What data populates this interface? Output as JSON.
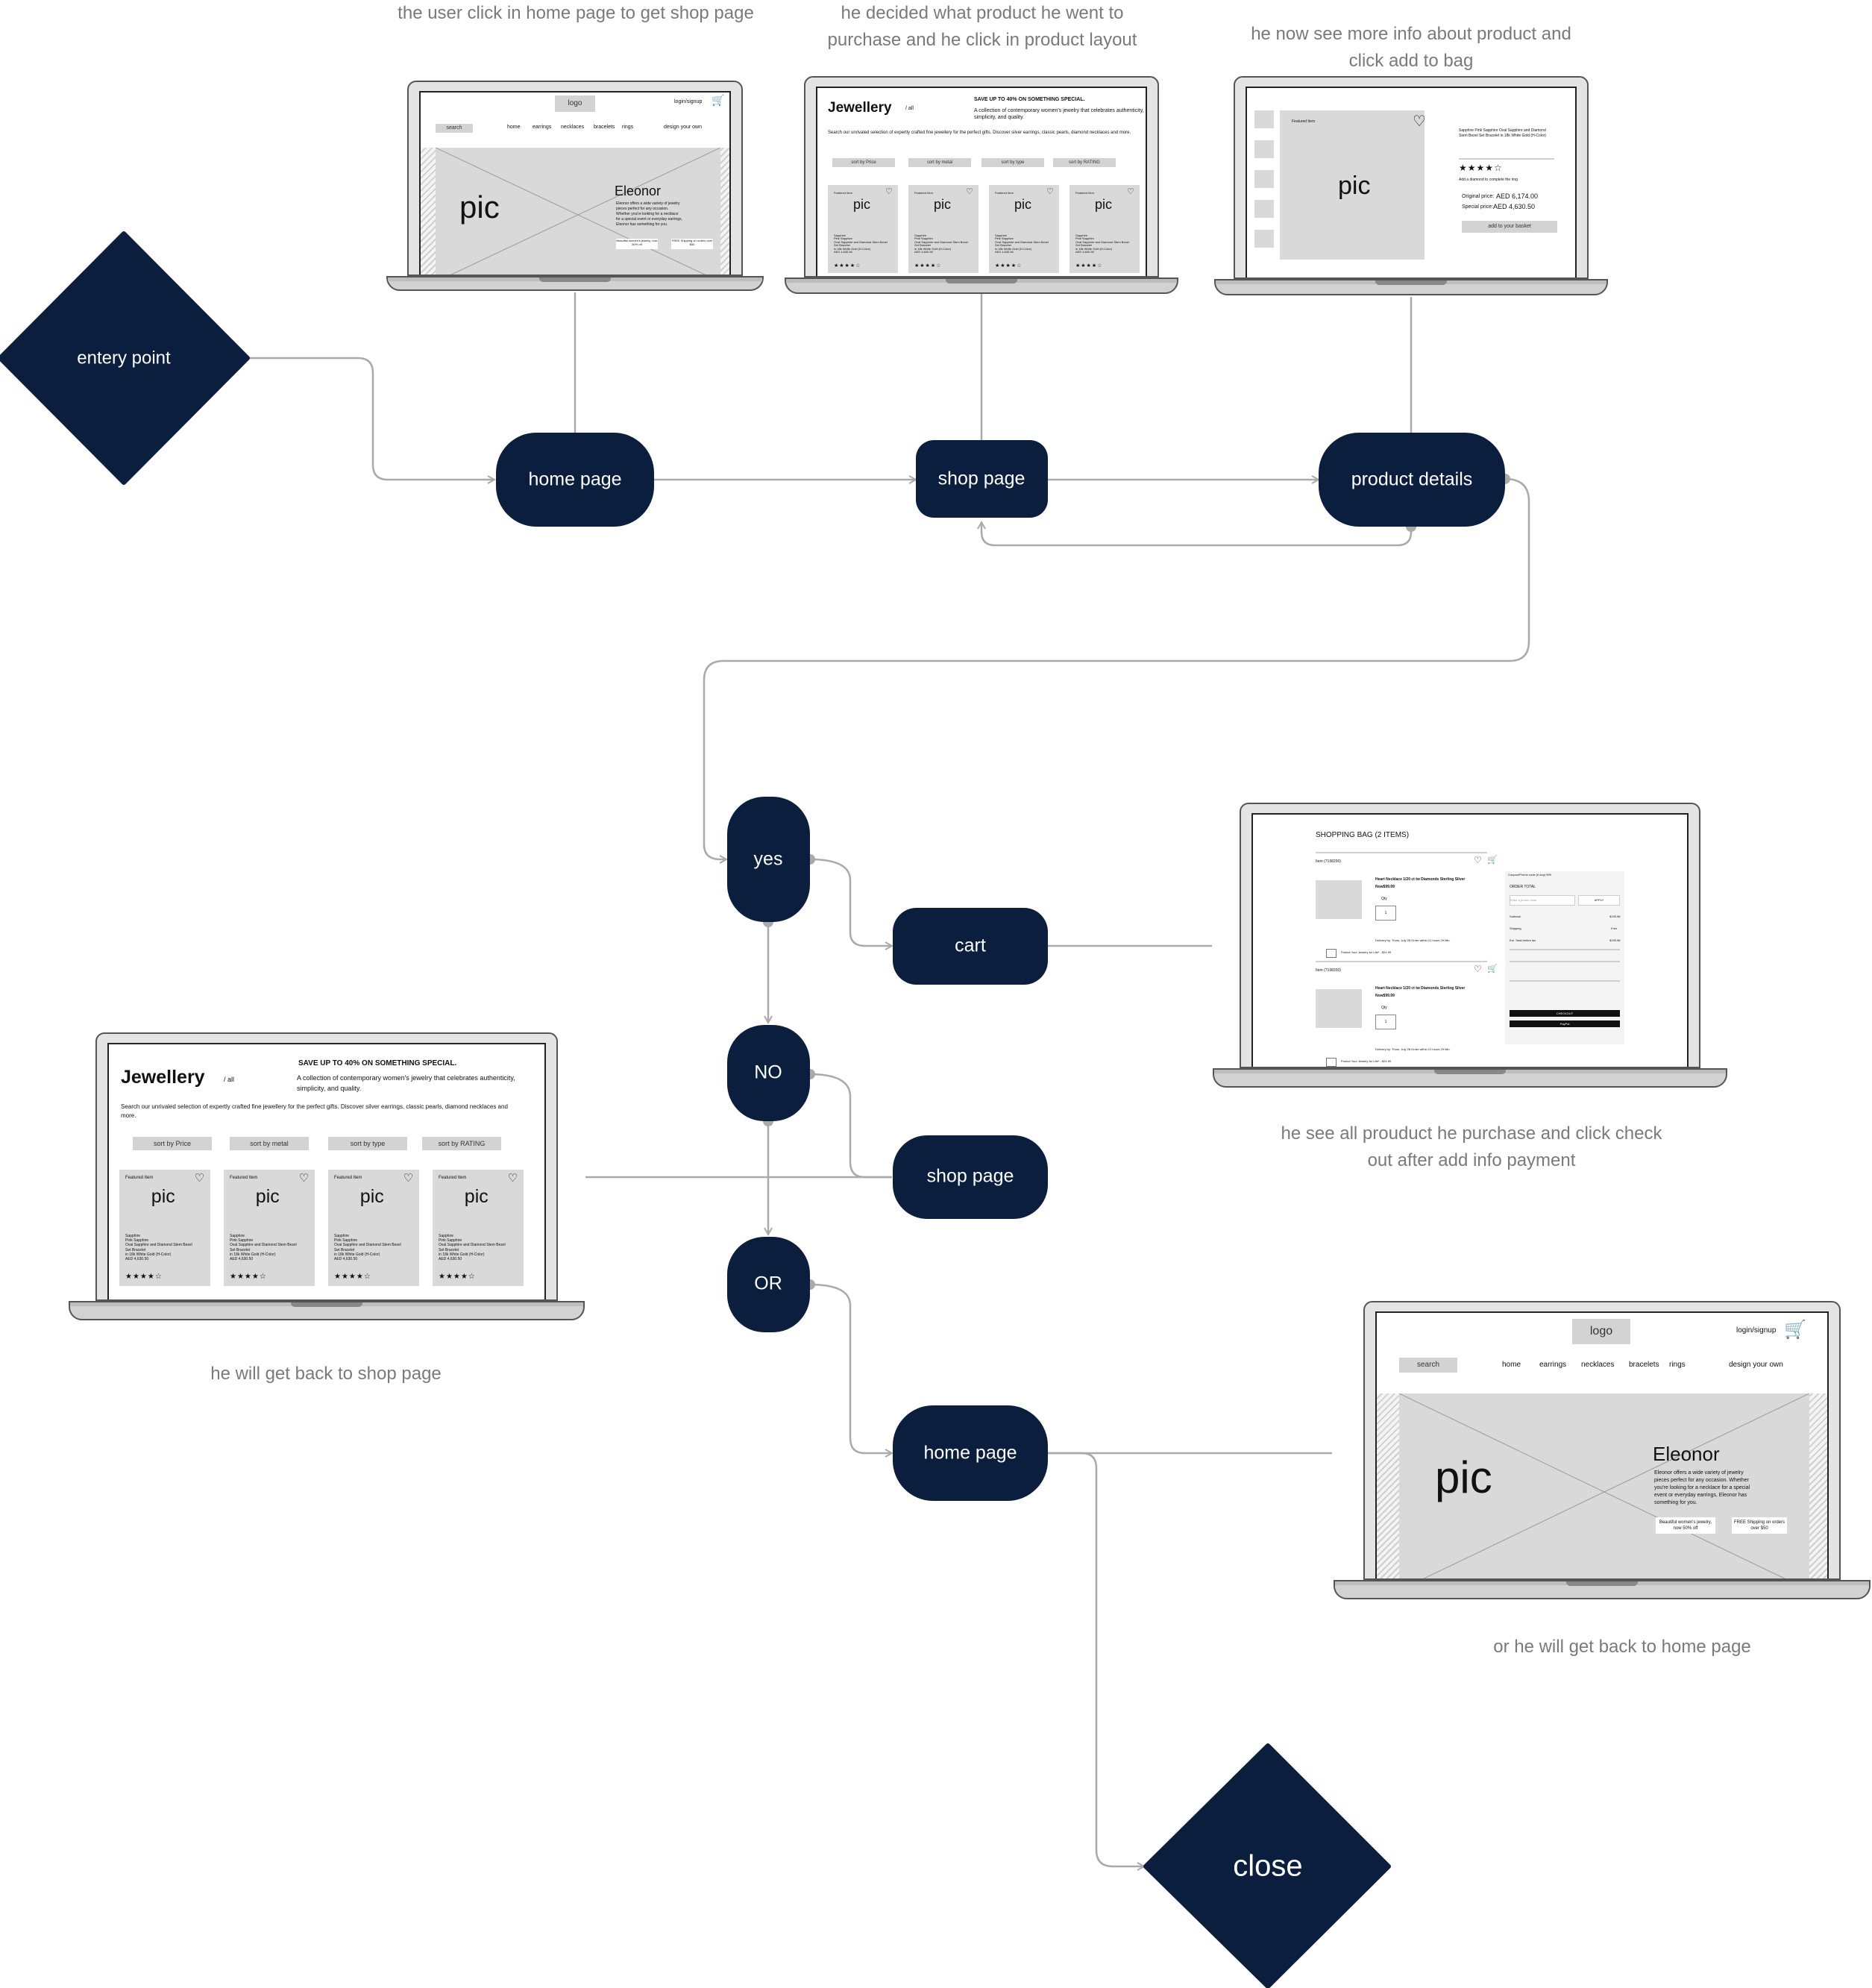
{
  "nodes": {
    "entry_point": "entery point",
    "home_page": "home page",
    "shop_page": "shop page",
    "product_details": "product details",
    "yes": "yes",
    "no": "NO",
    "or": "OR",
    "cart": "cart",
    "shop_page_2": "shop page",
    "home_page_2": "home page",
    "close": "close"
  },
  "captions": {
    "home": "the user click in home page to get shop page",
    "shop": "he decided what product he went to purchase and he click in product layout",
    "product": "he now see more info about product and click add to bag",
    "cart": "he see all prouduct he purchase and click check out after add info payment",
    "back_shop": "he will get back to shop page",
    "back_home": "or he will get back to home page"
  },
  "colors": {
    "node_fill": "#0b1e3e",
    "connector": "#aaaaaa",
    "caption": "#7a7a7a"
  },
  "home_mockup": {
    "logo": "logo",
    "login": "login/signup",
    "cart_icon": "cart-icon",
    "search": "search",
    "nav": [
      "home",
      "earrings",
      "necklaces",
      "bracelets",
      "rings",
      "design your own"
    ],
    "pic": "pic",
    "hero_title": "Eleonor",
    "hero_text": "Eleonor offers a wide variety of jewelry pieces perfect for any occasion. Whether you're looking for a necklace for a special event or everyday earrings, Eleonor has something for you.",
    "promo_1": "Beautiful women's jewelry, now 50% off",
    "promo_2": "FREE Shipping on orders over $50"
  },
  "shop_mockup": {
    "title": "Jewellery",
    "breadcrumb": "/ all",
    "promo": "SAVE UP TO 40% ON SOMETHING SPECIAL.",
    "tagline": "A collection of contemporary women's jewelry that celebrates authenticity, simplicity, and quality.",
    "description": "Search our unrivaled selection of expertly crafted fine jewellery for the perfect gifts. Discover silver earrings, classic pearls, diamond necklaces and more.",
    "sort": [
      "sort by Price",
      "sort by metal",
      "sort by type",
      "sort by RATING"
    ],
    "card_badge": "Featured Item",
    "card_pic": "pic",
    "card_title": "Sapphire",
    "card_lines": [
      "Pink Sapphire",
      "Oval Sapphire and Diamond Stem Bezel",
      "Set Bracelet",
      "in 18k White Gold (H-Color)",
      "AED 4,630.50"
    ],
    "rating": 4,
    "heart_icon": "heart-icon"
  },
  "product_mockup": {
    "badge": "Featured Item",
    "pic": "pic",
    "name": "Sapphire Pink Sapphire Oval Sapphire and Diamond Stem Bezel Set Bracelet in 18k White Gold (H-Color)",
    "rating": 4,
    "note": "Add a diamond to complete the ring",
    "original_label": "Original price:",
    "original_price": "AED 6,174.00",
    "special_label": "Special price:",
    "special_price": "AED 4,630.50",
    "button": "add to your basket",
    "heart_icon": "heart-icon"
  },
  "cart_mockup": {
    "title": "SHOPPING BAG (2 ITEMS)",
    "items": [
      {
        "item_no": "Item (7198200)",
        "name": "Heart Necklace 1/20 ct tw Diamonds Sterling Silver",
        "price": "Now$99.99",
        "qty_label": "Qty",
        "qty": "1",
        "delivery": "Delivery by: Thurs, July 28 Order within 21 hours 29 Min.",
        "protect": "Protect Your Jewelry for Life* - $24.99"
      },
      {
        "item_no": "Item (7198200)",
        "name": "Heart Necklace 1/20 ct tw Diamonds Sterling Silver",
        "price": "Now$99.99",
        "qty_label": "Qty",
        "qty": "1",
        "delivery": "Delivery by: Thurs, July 28 Order within 21 hours 29 Min.",
        "protect": "Protect Your Jewelry for Life* - $24.99"
      }
    ],
    "coupon_label": "Coupon/Promo code (if any) 999",
    "order_total": "ORDER TOTAL",
    "promo_placeholder": "Enter a promo code",
    "apply": "APPLY",
    "subtotal_label": "Subtotal",
    "subtotal": "$199.98",
    "shipping_label": "Shipping",
    "shipping": "Free",
    "total_label": "Est. Total before tax",
    "total": "$199.98",
    "checkout": "CHECKOUT",
    "paypal": "PayPal"
  }
}
